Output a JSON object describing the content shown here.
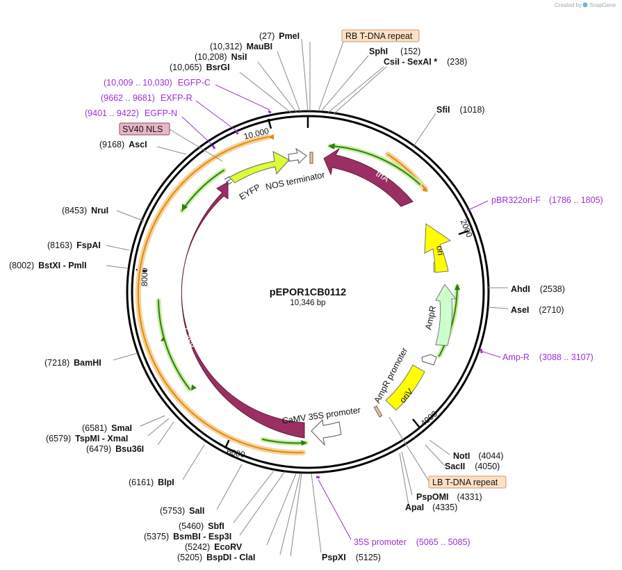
{
  "plasmid": {
    "name": "pEPOR1CB0112",
    "length": "10,346 bp"
  },
  "branding": {
    "created_by": "Created by",
    "brand": "SnapGene"
  },
  "ticks": [
    "2000",
    "4000",
    "6000",
    "8000",
    "10,000"
  ],
  "enzymes": [
    {
      "pos": "(27)",
      "name": "PmeI"
    },
    {
      "pos": "(10,312)",
      "name": "MauBI"
    },
    {
      "pos": "(10,208)",
      "name": "NsiI"
    },
    {
      "pos": "(10,065)",
      "name": "BsrGI"
    },
    {
      "pos": "(152)",
      "name": "SphI"
    },
    {
      "pos": "(238)",
      "name": "CsiI  -  SexAI *"
    },
    {
      "pos": "(1018)",
      "name": "SfiI"
    },
    {
      "pos": "(9168)",
      "name": "AscI"
    },
    {
      "pos": "(8453)",
      "name": "NruI"
    },
    {
      "pos": "(8163)",
      "name": "FspAI"
    },
    {
      "pos": "(8002)",
      "name": "BstXI  -  PmlI"
    },
    {
      "pos": "(2538)",
      "name": "AhdI"
    },
    {
      "pos": "(2710)",
      "name": "AseI"
    },
    {
      "pos": "(7218)",
      "name": "BamHI"
    },
    {
      "pos": "(6581)",
      "name": "SmaI"
    },
    {
      "pos": "(6579)",
      "name": "TspMI  -  XmaI"
    },
    {
      "pos": "(6479)",
      "name": "Bsu36I"
    },
    {
      "pos": "(4044)",
      "name": "NotI"
    },
    {
      "pos": "(4050)",
      "name": "SacII"
    },
    {
      "pos": "(6161)",
      "name": "BlpI"
    },
    {
      "pos": "(4331)",
      "name": "PspOMI"
    },
    {
      "pos": "(4335)",
      "name": "ApaI"
    },
    {
      "pos": "(5753)",
      "name": "SalI"
    },
    {
      "pos": "(5460)",
      "name": "SbfI"
    },
    {
      "pos": "(5375)",
      "name": "BsmBI  -  Esp3I"
    },
    {
      "pos": "(5242)",
      "name": "EcoRV"
    },
    {
      "pos": "(5205)",
      "name": "BspDI  -  ClaI"
    },
    {
      "pos": "(5125)",
      "name": "PspXI"
    }
  ],
  "primers": [
    {
      "name": "EGFP-C",
      "range": "(10,009 .. 10,030)"
    },
    {
      "name": "EXFP-R",
      "range": "(9662 .. 9681)"
    },
    {
      "name": "EGFP-N",
      "range": "(9401 .. 9422)"
    },
    {
      "name": "pBR322ori-F",
      "range": "(1786 .. 1805)"
    },
    {
      "name": "Amp-R",
      "range": "(3088 .. 3107)"
    },
    {
      "name": "35S promoter",
      "range": "(5065 .. 5085)"
    }
  ],
  "boxed_features": [
    {
      "name": "RB T-DNA repeat",
      "color": "#fde0c4"
    },
    {
      "name": "SV40 NLS",
      "color": "#e8b6c6"
    },
    {
      "name": "LB T-DNA repeat",
      "color": "#fde0c4"
    }
  ],
  "features": [
    {
      "name": "trfA",
      "color": "#9b2f64"
    },
    {
      "name": "ori",
      "color": "#ffff00"
    },
    {
      "name": "AmpR",
      "color": "#ccffcc"
    },
    {
      "name": "AmpR promoter",
      "color": "#ffffff"
    },
    {
      "name": "oriV",
      "color": "#ffff00"
    },
    {
      "name": "CaMV 35S promoter",
      "color": "#ffffff"
    },
    {
      "name": "Cas9",
      "color": "#9b2f64"
    },
    {
      "name": "EYFP",
      "color": "#ddff33"
    },
    {
      "name": "NOS terminator",
      "color": "#ffffff"
    }
  ],
  "colors": {
    "primer": "#9b30d9",
    "orf_green": "#2e7d10",
    "orf_orange": "#e08a10",
    "backbone": "#000000"
  }
}
